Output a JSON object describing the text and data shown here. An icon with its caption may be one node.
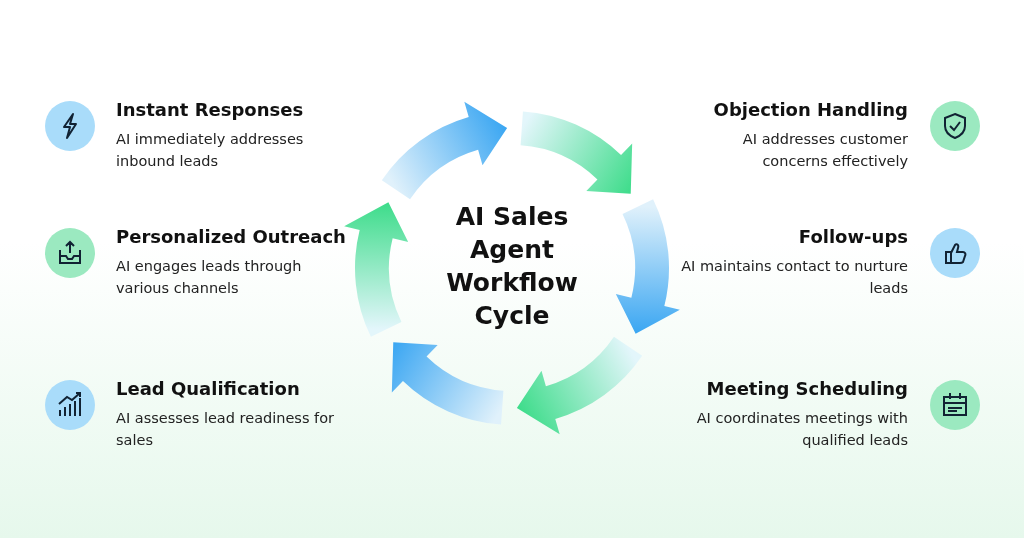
{
  "diagram": {
    "nodes": [
      {
        "text": [
          "AI Sales Agent Workflow Cycle"
        ]
      },
      {
        "text": [
          "Instant Responses",
          "AI immediately addresses inbound leads"
        ]
      },
      {
        "text": [
          "Personalized Outreach",
          "AI engages leads through various channels"
        ]
      },
      {
        "text": [
          "Lead Qualification",
          "AI assesses lead readiness for sales"
        ]
      },
      {
        "text": [
          "Objection Handling",
          "AI addresses customer concerns effectively"
        ]
      },
      {
        "text": [
          "Follow-ups",
          "AI maintains contact to nurture leads"
        ]
      },
      {
        "text": [
          "Meeting Scheduling",
          "AI coordinates meetings with qualified leads"
        ]
      }
    ]
  }
}
